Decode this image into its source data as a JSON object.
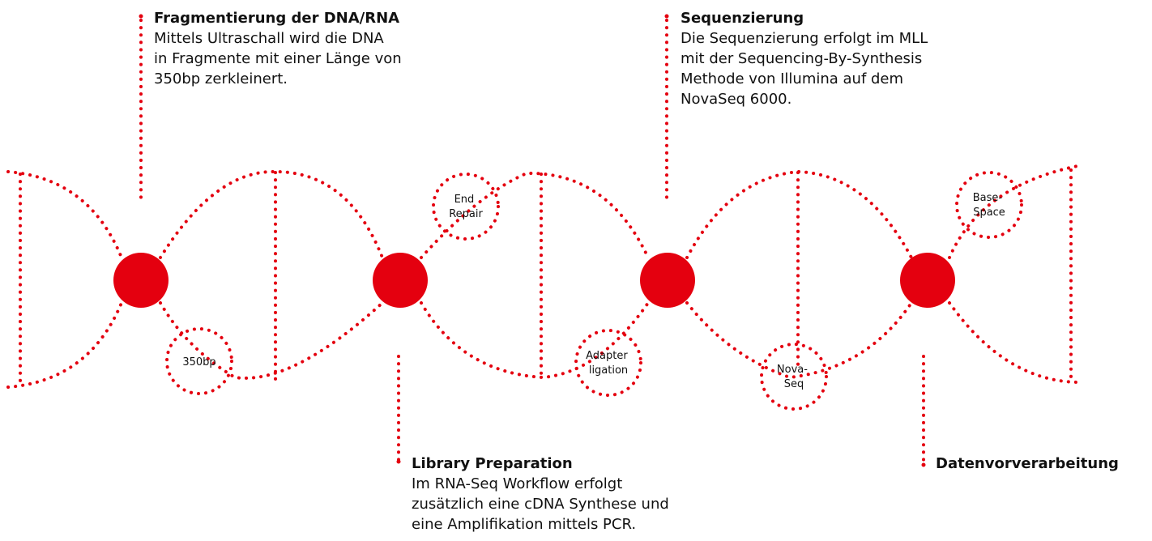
{
  "colors": {
    "accent": "#e4000f",
    "text": "#111111",
    "background": "#ffffff"
  },
  "callouts": {
    "fragmentierung": {
      "title": "Fragmentierung der DNA/RNA",
      "description": "Mittels Ultraschall wird die DNA\nin Fragmente mit einer Länge von\n350bp zerkleinert."
    },
    "sequenzierung": {
      "title": "Sequenzierung",
      "description": "Die Sequenzierung erfolgt im MLL\nmit der Sequencing-By-Synthesis\nMethode von Illumina auf dem\nNovaSeq 6000."
    },
    "library": {
      "title": "Library Preparation",
      "description": "Im RNA-Seq Workflow erfolgt\nzusätzlich eine cDNA Synthese und\neine Amplifikation mittels PCR."
    },
    "daten": {
      "title": "Datenvorverarbeitung"
    }
  },
  "nodes": {
    "n350bp": {
      "lines": [
        "350bp"
      ]
    },
    "end_repair": {
      "lines": [
        "End",
        "Repair"
      ]
    },
    "adapter": {
      "lines": [
        "Adapter",
        "ligation"
      ]
    },
    "novaseq": {
      "lines": [
        "Nova-",
        "Seq"
      ]
    },
    "basespace": {
      "lines": [
        "Base-",
        "Space"
      ]
    }
  }
}
